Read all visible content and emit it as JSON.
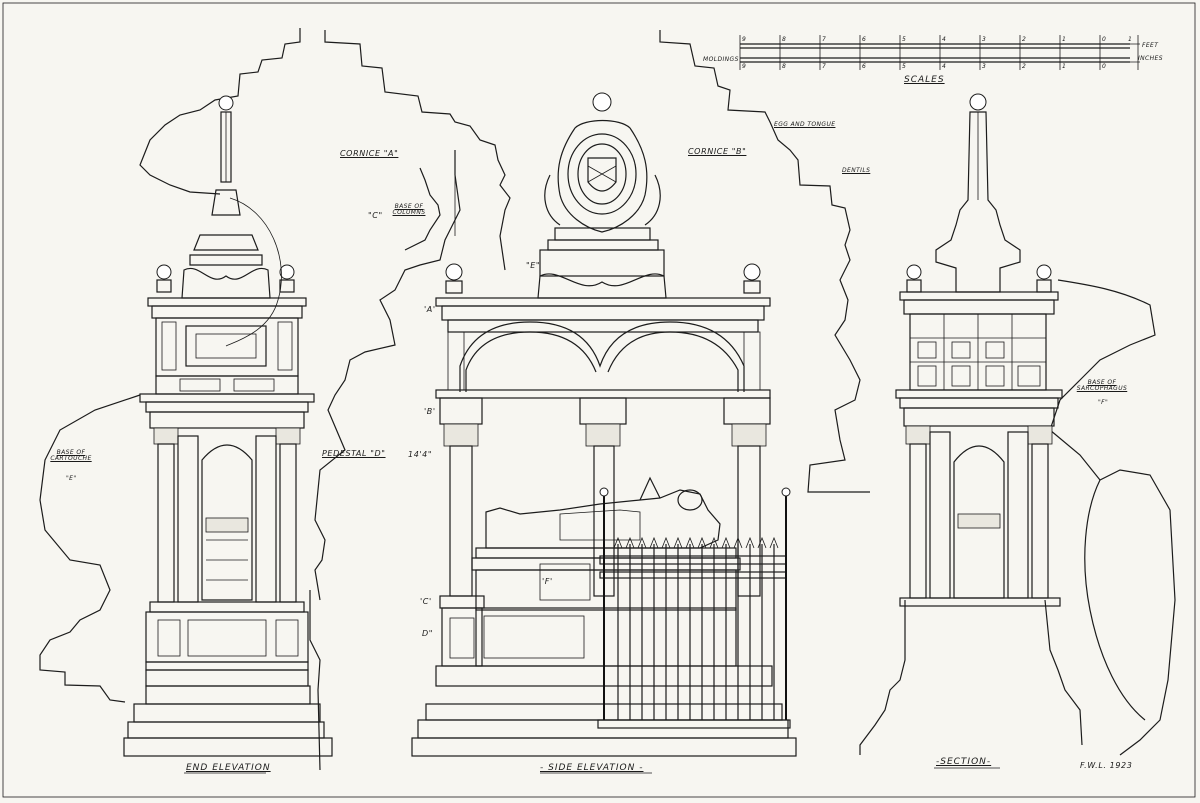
{
  "labels": {
    "end_elevation": "END ELEVATION",
    "side_elevation": "- SIDE ELEVATION -",
    "section": "-SECTION-",
    "scales": "SCALES",
    "feet": "FEET",
    "inches": "INCHES",
    "mouldings": "MOLDINGS",
    "cornice_a": "CORNICE \"A\"",
    "cornice_b": "CORNICE \"B\"",
    "egg_and_tongue": "EGG AND TONGUE",
    "dentils": "DENTILS",
    "base_of_columns_letter": "\"C\"",
    "base_of_columns": "BASE OF COLUMNS",
    "pedestal_d": "PEDESTAL \"D\"",
    "height_note": "14'4\"",
    "base_of_cartouche": "BASE OF CARTOUCHE",
    "base_of_cartouche_letter": "\"E\"",
    "base_of_sarcophagus": "BASE OF SARCOPHAGUS",
    "base_of_sarcophagus_letter": "\"F\"",
    "mark_e": "\"E\"",
    "mark_a": "'A'",
    "mark_b": "'B'",
    "mark_c": "'C'",
    "mark_d": "D\"",
    "mark_f": "'F'",
    "signature": "F.W.L. 1923"
  },
  "scale_feet_ticks": [
    "9",
    "8",
    "7",
    "6",
    "5",
    "4",
    "3",
    "2",
    "1",
    "0",
    "1"
  ],
  "scale_inch_ticks": [
    "9",
    "8",
    "7",
    "6",
    "5",
    "4",
    "3",
    "2",
    "1",
    "0"
  ]
}
